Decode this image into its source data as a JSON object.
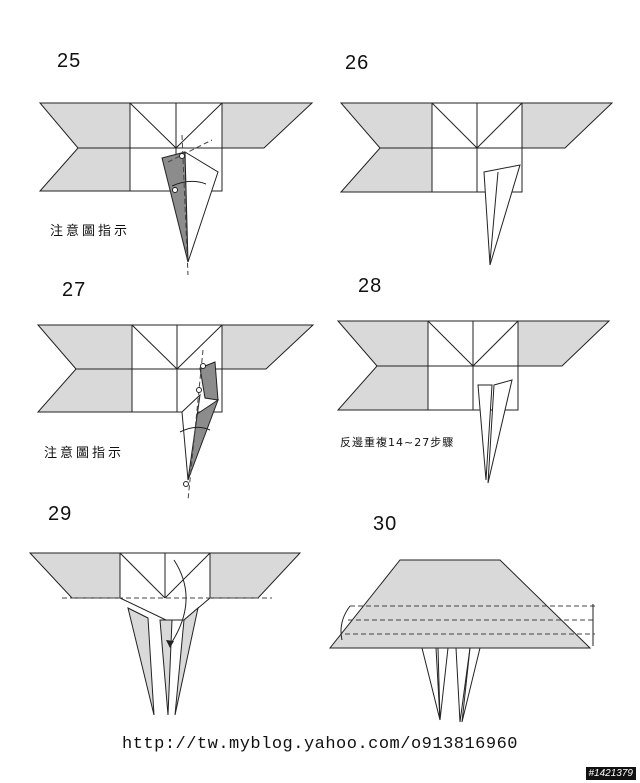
{
  "steps": [
    {
      "number": "25",
      "note": "注意圖指示"
    },
    {
      "number": "26",
      "note": ""
    },
    {
      "number": "27",
      "note": "注意圖指示"
    },
    {
      "number": "28",
      "note": "反邊重複14~27步驟"
    },
    {
      "number": "29",
      "note": ""
    },
    {
      "number": "30",
      "note": ""
    }
  ],
  "footer": {
    "url": "http://tw.myblog.yahoo.com/o913816960",
    "image_id": "#1421379"
  },
  "colors": {
    "paper_gray": "#d9d9d9",
    "paper_dark": "#8c8c8c",
    "line": "#222222"
  }
}
